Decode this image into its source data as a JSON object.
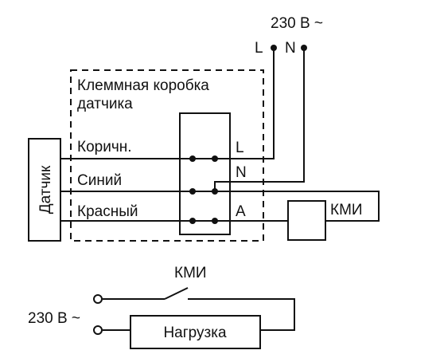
{
  "supply_top": {
    "voltage": "230 В ~",
    "terminal_l": "L",
    "terminal_n": "N"
  },
  "junction_box": {
    "title_line1": "Клеммная коробка",
    "title_line2": "датчика",
    "terminals": [
      "L",
      "N",
      "A"
    ]
  },
  "sensor": {
    "label": "Датчик"
  },
  "wires": {
    "brown": "Коричн.",
    "blue": "Синий",
    "red": "Красный"
  },
  "relay_coil": {
    "label": "КМИ"
  },
  "load_circuit": {
    "contact_label": "КМИ",
    "voltage": "230 В ~",
    "load_label": "Нагрузка"
  }
}
